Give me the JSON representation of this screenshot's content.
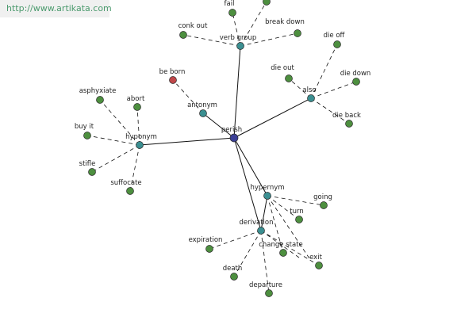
{
  "site": {
    "url": "http://www.artikata.com"
  },
  "colors": {
    "root": "#3b3f96",
    "relation": "#3b8f91",
    "word": "#4d8f3f",
    "highlight": "#c0474a",
    "edge": "#111111"
  },
  "graph": {
    "root": {
      "id": "perish",
      "label": "perish"
    },
    "relations": [
      {
        "id": "verb_group",
        "label": "verb group"
      },
      {
        "id": "also",
        "label": "also"
      },
      {
        "id": "antonym",
        "label": "antonym"
      },
      {
        "id": "hyponym",
        "label": "hyponym"
      },
      {
        "id": "hypernym",
        "label": "hypernym"
      },
      {
        "id": "derivation",
        "label": "derivation"
      }
    ],
    "words": [
      {
        "id": "fail",
        "label": "fail",
        "parent": "verb_group"
      },
      {
        "id": "conk_out",
        "label": "conk out",
        "parent": "verb_group"
      },
      {
        "id": "break_down",
        "label": "break down",
        "parent": "verb_group"
      },
      {
        "id": "vg_extra",
        "label": "",
        "parent": "verb_group"
      },
      {
        "id": "die_off",
        "label": "die off",
        "parent": "also"
      },
      {
        "id": "die_out",
        "label": "die out",
        "parent": "also"
      },
      {
        "id": "die_down",
        "label": "die down",
        "parent": "also"
      },
      {
        "id": "die_back",
        "label": "die back",
        "parent": "also"
      },
      {
        "id": "be_born",
        "label": "be born",
        "parent": "antonym",
        "highlight": true
      },
      {
        "id": "asphyxiate",
        "label": "asphyxiate",
        "parent": "hyponym"
      },
      {
        "id": "abort",
        "label": "abort",
        "parent": "hyponym"
      },
      {
        "id": "buy_it",
        "label": "buy it",
        "parent": "hyponym"
      },
      {
        "id": "stifle",
        "label": "stifle",
        "parent": "hyponym"
      },
      {
        "id": "suffocate",
        "label": "suffocate",
        "parent": "hyponym"
      },
      {
        "id": "going",
        "label": "going",
        "parent": "hypernym"
      },
      {
        "id": "turn",
        "label": "turn",
        "parent": "hypernym"
      },
      {
        "id": "change_state",
        "label": "change state",
        "parent": "hypernym"
      },
      {
        "id": "expiration",
        "label": "expiration",
        "parent": "derivation"
      },
      {
        "id": "death",
        "label": "death",
        "parent": "derivation"
      },
      {
        "id": "departure",
        "label": "departure",
        "parent": "derivation"
      },
      {
        "id": "exit",
        "label": "exit",
        "parent": "derivation"
      }
    ]
  }
}
